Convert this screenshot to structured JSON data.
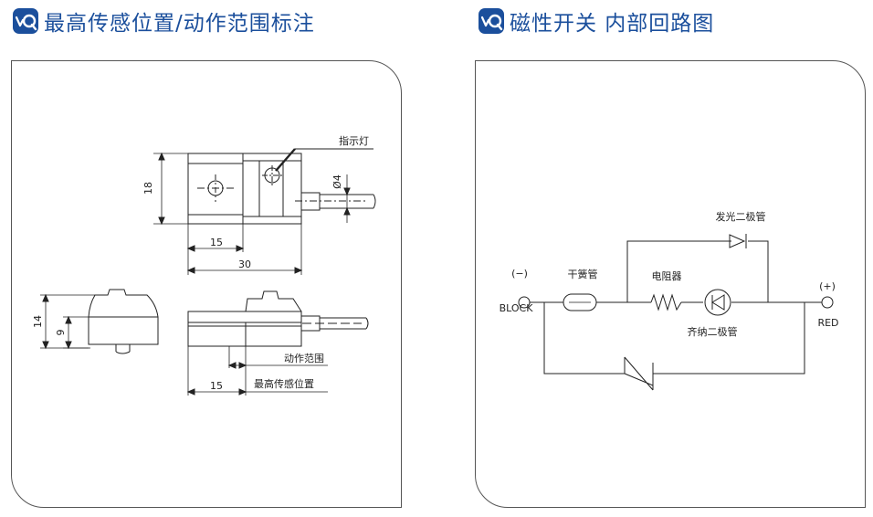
{
  "left": {
    "title": "最高传感位置/动作范围标注",
    "labels": {
      "indicator": "指示灯",
      "dim_height": "18",
      "dim_diameter": "Ø4",
      "dim_15_top": "15",
      "dim_30": "30",
      "dim_14": "14",
      "dim_9": "9",
      "action_range": "动作范围",
      "max_sensing": "最高传感位置",
      "dim_15_bottom": "15"
    }
  },
  "right": {
    "title": "磁性开关 内部回路图",
    "labels": {
      "minus": "(−)",
      "block": "BLOCK",
      "reed": "干簧管",
      "resistor": "电阻器",
      "led": "发光二极管",
      "zener": "齐纳二极管",
      "plus": "(+)",
      "red": "RED"
    }
  },
  "colors": {
    "title": "#1b4f9c",
    "icon_bg": "#1b4f9c",
    "line": "#222222"
  }
}
